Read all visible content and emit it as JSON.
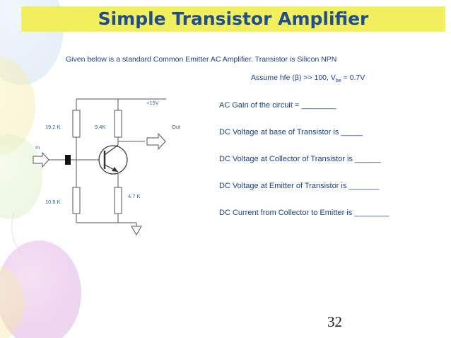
{
  "slide": {
    "title": "Simple Transistor Amplifier",
    "given_text": "Given below is a standard Common Emitter AC Amplifier. Transistor is Silicon NPN",
    "assume_prefix": "Assume hfe (β) >> 100, V",
    "assume_sub": "be",
    "assume_suffix": " = 0.7V",
    "page_number": "32"
  },
  "circuit": {
    "supply_label": "+15V",
    "out_label": "Out",
    "in_label": "In",
    "r1_label": "19.2 K",
    "rc_label": "9.4K",
    "r2_label": "10.8 K",
    "re_label": "4.7 K"
  },
  "questions": [
    "AC Gain of the circuit =  ________",
    "DC Voltage at base of Transistor is _____",
    "DC Voltage at Collector of Transistor is ______",
    "DC Voltage at Emitter of Transistor is _______",
    "DC Current from Collector to Emitter is ________"
  ],
  "colors": {
    "title_bar": "#f2ef5e",
    "title_text": "#1f4e8c",
    "body_text": "#1a3f8f",
    "label_text": "#2a66b8"
  }
}
